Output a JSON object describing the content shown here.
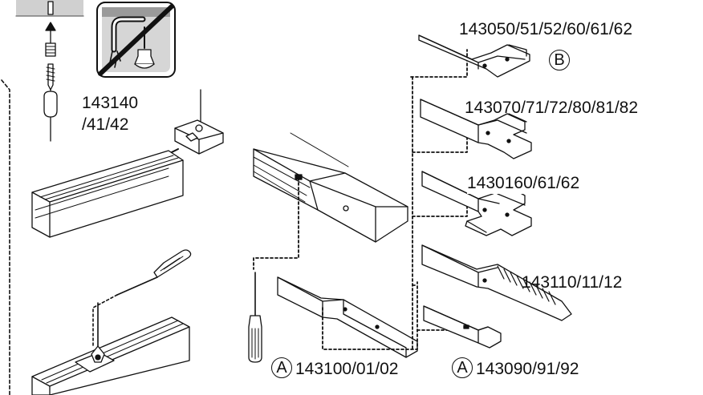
{
  "labels": {
    "hanger_code": "143140",
    "hanger_code_variants": "/41/42",
    "corner_connector_code": "143050/51/52/60/61/62",
    "t_connector_code": "143070/71/72/80/81/82",
    "cross_connector_code": "1430160/61/62",
    "flex_connector_code": "143110/11/12",
    "straight_connector_code": "143100/01/02",
    "end_cap_code": "143090/91/92"
  },
  "markers": {
    "a": "A",
    "b": "B"
  },
  "icons": [
    "ceiling-anchor-icon",
    "no-cable-hanging-icon",
    "screwdriver-icon",
    "track-rail-icon"
  ]
}
